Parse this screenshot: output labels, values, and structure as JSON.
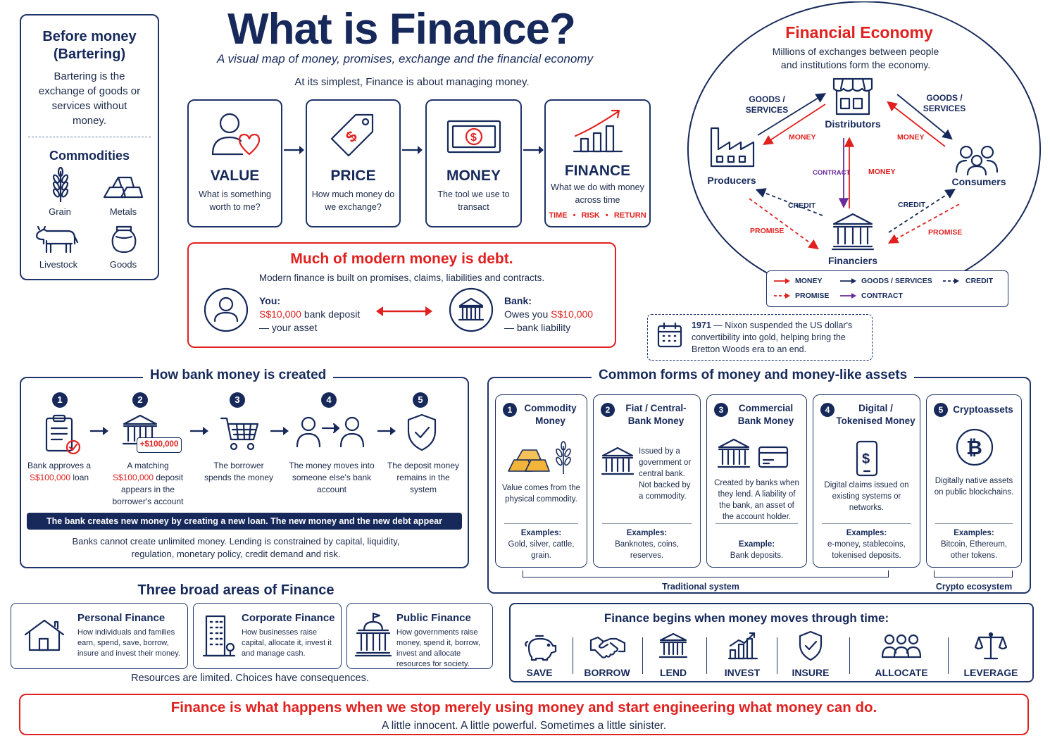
{
  "header": {
    "title": "What is Finance?",
    "subtitle": "A visual map of money, promises, exchange and the financial economy",
    "intro": "At its simplest, Finance is about managing money."
  },
  "barter": {
    "title_line1": "Before money",
    "title_line2": "(Bartering)",
    "desc": "Bartering is the exchange of goods or services without money.",
    "commodities_title": "Commodities",
    "items": [
      "Grain",
      "Metals",
      "Livestock",
      "Goods"
    ]
  },
  "concepts": [
    {
      "title": "VALUE",
      "desc": "What is something worth to me?",
      "icon": "person-heart-icon"
    },
    {
      "title": "PRICE",
      "desc": "How much money do we exchange?",
      "icon": "price-tag-icon"
    },
    {
      "title": "MONEY",
      "desc": "The tool we use to transact",
      "icon": "banknote-icon"
    },
    {
      "title": "FINANCE",
      "desc": "What we do with money across time",
      "icon": "growth-chart-icon",
      "tags": [
        "TIME",
        "RISK",
        "RETURN"
      ]
    }
  ],
  "debt": {
    "title": "Much of modern money is debt.",
    "subtitle": "Modern finance is built on promises, claims, liabilities and contracts.",
    "you_label": "You:",
    "you_amount": "S$10,000",
    "you_amount_suffix": "bank deposit",
    "you_note": "— your asset",
    "bank_label": "Bank:",
    "bank_prefix": "Owes you",
    "bank_amount": "S$10,000",
    "bank_note": "— bank liability"
  },
  "economy": {
    "title": "Financial Economy",
    "subtitle_line1": "Millions of exchanges between people",
    "subtitle_line2": "and institutions form the economy.",
    "nodes": [
      "Distributors",
      "Producers",
      "Consumers",
      "Financiers"
    ],
    "labels": {
      "goods_services": "GOODS / SERVICES",
      "money": "MONEY",
      "contract": "CONTRACT",
      "credit": "CREDIT",
      "promise": "PROMISE"
    },
    "legend": [
      "MONEY",
      "GOODS / SERVICES",
      "CREDIT",
      "PROMISE",
      "CONTRACT"
    ]
  },
  "nixon": {
    "year": "1971",
    "text": "— Nixon suspended the US dollar's convertibility into gold, helping bring the Bretton Woods era to an end."
  },
  "bank_money": {
    "title": "How bank money is created",
    "steps": [
      {
        "num": "1",
        "pre": "Bank approves a",
        "amount": "S$100,000",
        "post": "loan"
      },
      {
        "num": "2",
        "pre": "A matching",
        "amount": "S$100,000",
        "post": "deposit appears in the borrower's account",
        "badge": "+$100,000"
      },
      {
        "num": "3",
        "text": "The borrower spends the money"
      },
      {
        "num": "4",
        "text": "The money moves into someone else's bank account"
      },
      {
        "num": "5",
        "text": "The deposit money remains in the system"
      }
    ],
    "banner": "The bank creates new money by creating a new loan. The new money and the new debt appear together.",
    "note": "Banks cannot create unlimited money. Lending is constrained by capital, liquidity, regulation, monetary policy, credit demand and risk."
  },
  "money_forms": {
    "title": "Common forms of money and money-like assets",
    "cards": [
      {
        "num": "1",
        "title": "Commodity Money",
        "desc": "Value comes from the physical commodity.",
        "ex_label": "Examples:",
        "examples": "Gold, silver, cattle, grain."
      },
      {
        "num": "2",
        "title": "Fiat / Central-Bank Money",
        "desc": "Issued by a government or central bank. Not backed by a commodity.",
        "ex_label": "Examples:",
        "examples": "Banknotes, coins, reserves."
      },
      {
        "num": "3",
        "title": "Commercial Bank Money",
        "desc": "Created by banks when they lend. A liability of the bank, an asset of the account holder.",
        "ex_label": "Example:",
        "examples": "Bank deposits."
      },
      {
        "num": "4",
        "title": "Digital / Tokenised Money",
        "desc": "Digital claims issued on existing systems or networks.",
        "ex_label": "Examples:",
        "examples": "e-money, stablecoins, tokenised deposits."
      },
      {
        "num": "5",
        "title": "Cryptoassets",
        "desc": "Digitally native assets on public blockchains.",
        "ex_label": "Examples:",
        "examples": "Bitcoin, Ethereum, other tokens."
      }
    ],
    "traditional": "Traditional system",
    "crypto": "Crypto ecosystem"
  },
  "areas": {
    "title": "Three broad areas of Finance",
    "cards": [
      {
        "title": "Personal Finance",
        "desc": "How individuals and families earn, spend, save, borrow, insure and invest their money."
      },
      {
        "title": "Corporate Finance",
        "desc": "How businesses raise capital, allocate it, invest it and manage cash."
      },
      {
        "title": "Public Finance",
        "desc": "How governments raise money, spend it, borrow, invest and allocate resources for society."
      }
    ],
    "note": "Resources are limited. Choices have consequences."
  },
  "time": {
    "title": "Finance begins when money moves through time:",
    "items": [
      "SAVE",
      "BORROW",
      "LEND",
      "INVEST",
      "INSURE",
      "ALLOCATE",
      "LEVERAGE"
    ]
  },
  "footer": {
    "headline": "Finance is what happens when we stop merely using money and start engineering what money can do.",
    "tagline": "A little innocent. A little powerful. Sometimes a little sinister."
  },
  "colors": {
    "navy": "#16295a",
    "red": "#e0211f",
    "purple": "#6a2a9a"
  }
}
